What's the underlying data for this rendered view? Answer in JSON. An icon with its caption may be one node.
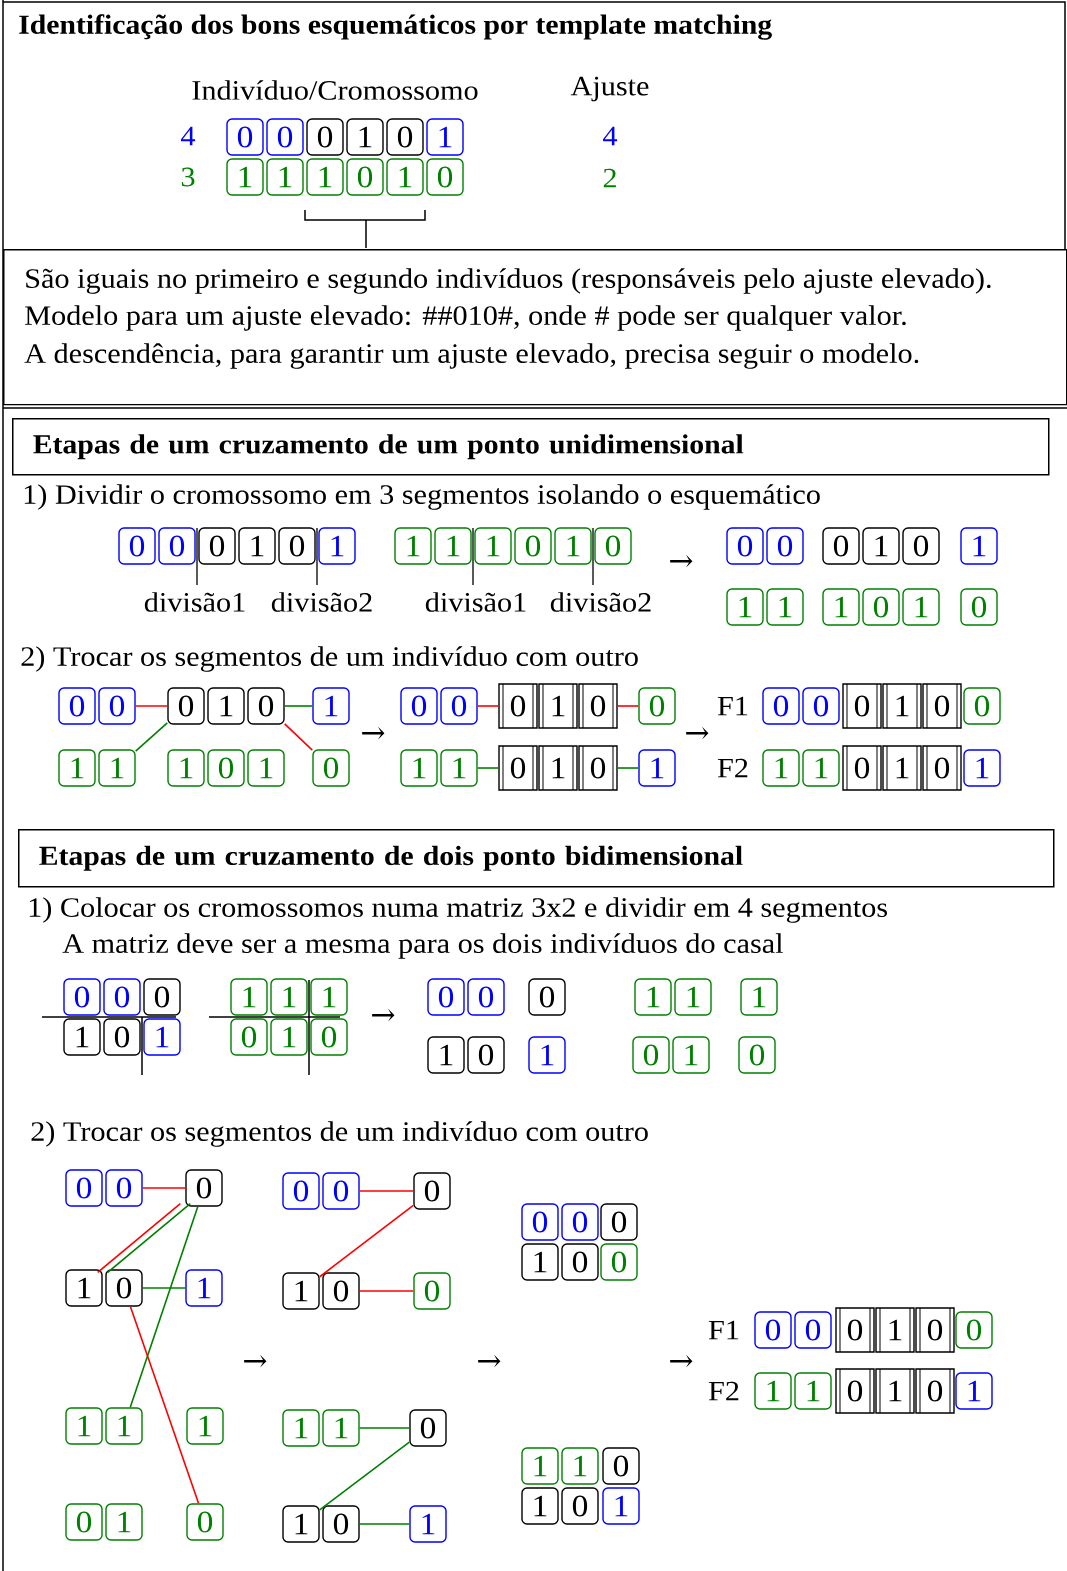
{
  "diagram": {
    "title": "Identificação dos bons esquemáticos por template matching",
    "nodes": [
      {
        "text": [
          "0"
        ]
      },
      {
        "text": [
          "0"
        ]
      },
      {
        "text": [
          "0"
        ]
      },
      {
        "text": [
          "1"
        ]
      },
      {
        "text": [
          "0"
        ]
      },
      {
        "text": [
          "1"
        ]
      },
      {
        "text": [
          "1"
        ]
      },
      {
        "text": [
          "1"
        ]
      },
      {
        "text": [
          "1"
        ]
      },
      {
        "text": [
          "0"
        ]
      },
      {
        "text": [
          "1"
        ]
      },
      {
        "text": [
          "0"
        ]
      },
      {
        "text": [
          "São iguais no primeiro e segundo indivíduos (responsáveis pelo ajuste elevado).",
          "Modelo para um ajuste elevado: ##010#, onde # pode ser qualquer valor.",
          "A descendência, para garantir um ajuste elevado, precisa seguir o modelo."
        ]
      },
      {
        "text": [
          "Etapas de um cruzamento de um ponto unidimensional"
        ]
      },
      {
        "text": [
          "0"
        ]
      },
      {
        "text": [
          "0"
        ],
        "beside": [
          "divisão1"
        ]
      },
      {
        "text": [
          "0"
        ]
      },
      {
        "text": [
          "1"
        ]
      },
      {
        "text": [
          "0"
        ],
        "beside": [
          "divisão2"
        ]
      },
      {
        "text": [
          "1"
        ]
      },
      {
        "text": [
          "1"
        ]
      },
      {
        "text": [
          "1"
        ],
        "beside": [
          "divisão1"
        ]
      },
      {
        "text": [
          "1"
        ]
      },
      {
        "text": [
          "0"
        ]
      },
      {
        "text": [
          "1"
        ],
        "beside": [
          "divisão2"
        ]
      },
      {
        "text": [
          "0"
        ]
      },
      {
        "text": [
          "0"
        ]
      },
      {
        "text": [
          "0"
        ]
      },
      {
        "text": [
          "0"
        ]
      },
      {
        "text": [
          "1"
        ]
      },
      {
        "text": [
          "0"
        ]
      },
      {
        "text": [
          "1"
        ]
      },
      {
        "text": [
          "1"
        ]
      },
      {
        "text": [
          "1"
        ]
      },
      {
        "text": [
          "1"
        ]
      },
      {
        "text": [
          "0"
        ]
      },
      {
        "text": [
          "1"
        ]
      },
      {
        "text": [
          "0"
        ]
      },
      {
        "text": [
          "0"
        ]
      },
      {
        "text": [
          "0"
        ]
      },
      {
        "text": [
          "0"
        ]
      },
      {
        "text": [
          "1"
        ]
      },
      {
        "text": [
          "0"
        ]
      },
      {
        "text": [
          "1"
        ]
      },
      {
        "text": [
          "0"
        ]
      },
      {
        "text": [
          "0"
        ]
      },
      {
        "text": [
          "0"
        ]
      },
      {
        "text": [
          "1"
        ]
      },
      {
        "text": [
          "0"
        ]
      },
      {
        "text": [
          "0"
        ]
      },
      {
        "text": [
          "0"
        ]
      },
      {
        "text": [
          "0"
        ]
      },
      {
        "text": [
          "0"
        ]
      },
      {
        "text": [
          "1"
        ]
      },
      {
        "text": [
          "0"
        ]
      },
      {
        "text": [
          "0"
        ]
      },
      {
        "text": [
          "1"
        ]
      },
      {
        "text": [
          "1"
        ]
      },
      {
        "text": [
          "1"
        ]
      },
      {
        "text": [
          "0"
        ]
      },
      {
        "text": [
          "1"
        ]
      },
      {
        "text": [
          "0"
        ]
      },
      {
        "text": [
          "1"
        ]
      },
      {
        "text": [
          "1"
        ]
      },
      {
        "text": [
          "0"
        ]
      },
      {
        "text": [
          "1"
        ]
      },
      {
        "text": [
          "0"
        ]
      },
      {
        "text": [
          "1"
        ]
      },
      {
        "text": [
          "1"
        ]
      },
      {
        "text": [
          "1"
        ]
      },
      {
        "text": [
          "0"
        ]
      },
      {
        "text": [
          "1"
        ]
      },
      {
        "text": [
          "0"
        ]
      },
      {
        "text": [
          "1"
        ]
      },
      {
        "text": [
          "Etapas de um cruzamento de dois ponto bidimensional"
        ]
      },
      {
        "text": [
          "0"
        ]
      },
      {
        "text": [
          "0"
        ]
      },
      {
        "text": [
          "0"
        ]
      },
      {
        "text": [
          "1"
        ]
      },
      {
        "text": [
          "1"
        ]
      },
      {
        "text": [
          "1"
        ]
      },
      {
        "text": [
          "0"
        ]
      },
      {
        "text": [
          "0"
        ]
      },
      {
        "text": [
          "0"
        ]
      },
      {
        "text": [
          "1"
        ]
      },
      {
        "text": [
          "1"
        ]
      },
      {
        "text": [
          "1"
        ]
      },
      {
        "text": [
          "1"
        ]
      },
      {
        "text": [
          "0"
        ]
      },
      {
        "text": [
          "1"
        ]
      },
      {
        "text": [
          "0"
        ]
      },
      {
        "text": [
          "1"
        ]
      },
      {
        "text": [
          "0"
        ]
      },
      {
        "text": [
          "1"
        ]
      },
      {
        "text": [
          "0"
        ]
      },
      {
        "text": [
          "1"
        ]
      },
      {
        "text": [
          "0"
        ]
      },
      {
        "text": [
          "1"
        ]
      },
      {
        "text": [
          "0"
        ]
      },
      {
        "text": [
          "0"
        ]
      },
      {
        "text": [
          "0"
        ]
      },
      {
        "text": [
          "0"
        ]
      },
      {
        "text": [
          "1"
        ]
      },
      {
        "text": [
          "0"
        ]
      },
      {
        "text": [
          "1"
        ]
      },
      {
        "text": [
          "1"
        ]
      },
      {
        "text": [
          "1"
        ]
      },
      {
        "text": [
          "1"
        ]
      },
      {
        "text": [
          "0"
        ]
      },
      {
        "text": [
          "1"
        ]
      },
      {
        "text": [
          "0"
        ]
      },
      {
        "text": [
          "0"
        ]
      },
      {
        "text": [
          "0"
        ]
      },
      {
        "text": [
          "0"
        ]
      },
      {
        "text": [
          "1"
        ]
      },
      {
        "text": [
          "0"
        ]
      },
      {
        "text": [
          "0"
        ]
      },
      {
        "text": [
          "1"
        ]
      },
      {
        "text": [
          "1"
        ]
      },
      {
        "text": [
          "0"
        ]
      },
      {
        "text": [
          "1"
        ]
      },
      {
        "text": [
          "0"
        ]
      },
      {
        "text": [
          "1"
        ]
      },
      {
        "text": [
          "0"
        ]
      },
      {
        "text": [
          "0"
        ]
      },
      {
        "text": [
          "0"
        ]
      },
      {
        "text": [
          "1"
        ]
      },
      {
        "text": [
          "0"
        ]
      },
      {
        "text": [
          "0"
        ]
      },
      {
        "text": [
          "1"
        ]
      },
      {
        "text": [
          "1"
        ]
      },
      {
        "text": [
          "0"
        ]
      },
      {
        "text": [
          "1"
        ]
      },
      {
        "text": [
          "0"
        ]
      },
      {
        "text": [
          "1"
        ]
      },
      {
        "text": [
          "0"
        ]
      },
      {
        "text": [
          "0"
        ]
      },
      {
        "text": [
          "0"
        ]
      },
      {
        "text": [
          "1"
        ]
      },
      {
        "text": [
          "0"
        ]
      },
      {
        "text": [
          "0"
        ]
      },
      {
        "text": [
          "1"
        ]
      },
      {
        "text": [
          "1"
        ]
      },
      {
        "text": [
          "0"
        ]
      },
      {
        "text": [
          "1"
        ]
      },
      {
        "text": [
          "0"
        ]
      },
      {
        "text": [
          "1"
        ]
      }
    ],
    "edges": [
      {
        "from": 39,
        "to": 40,
        "arrow": "none",
        "color": "#ff0000"
      },
      {
        "from": 57,
        "to": 40,
        "arrow": "none",
        "color": "#008000"
      },
      {
        "from": 42,
        "to": 43,
        "arrow": "none",
        "color": "#008000"
      },
      {
        "from": 42,
        "to": 61,
        "arrow": "none",
        "color": "#ff0000"
      },
      {
        "from": 45,
        "to": 46,
        "arrow": "none",
        "color": "#ff0000"
      },
      {
        "from": 48,
        "to": 49,
        "arrow": "none",
        "color": "#ff0000"
      },
      {
        "from": 63,
        "to": 64,
        "arrow": "none",
        "color": "#008000"
      },
      {
        "from": 66,
        "to": 67,
        "arrow": "none",
        "color": "#008000"
      },
      {
        "from": 100,
        "to": 101,
        "arrow": "none",
        "color": "#ff0000"
      },
      {
        "from": 101,
        "to": 102,
        "arrow": "none",
        "color": "#ff0000"
      },
      {
        "from": 101,
        "to": 102,
        "arrow": "none",
        "color": "#008000"
      },
      {
        "from": 101,
        "to": 106,
        "arrow": "none",
        "color": "#008000"
      },
      {
        "from": 103,
        "to": 104,
        "arrow": "none",
        "color": "#008000"
      },
      {
        "from": 103,
        "to": 110,
        "arrow": "none",
        "color": "#ff0000"
      },
      {
        "from": 112,
        "to": 113,
        "arrow": "none",
        "color": "#ff0000"
      },
      {
        "from": 113,
        "to": 114,
        "arrow": "none",
        "color": "#ff0000"
      },
      {
        "from": 115,
        "to": 116,
        "arrow": "none",
        "color": "#ff0000"
      },
      {
        "from": 118,
        "to": 119,
        "arrow": "none",
        "color": "#008000"
      },
      {
        "from": 119,
        "to": 120,
        "arrow": "none",
        "color": "#008000"
      },
      {
        "from": 121,
        "to": 122,
        "arrow": "none",
        "color": "#008000"
      }
    ],
    "labels": [
      "Indivíduo/Cromossomo",
      "Ajuste",
      "4",
      "4",
      "3",
      "2",
      "1) Dividir o cromossomo em 3 segmentos isolando o esquemático",
      "→",
      "2) Trocar os segmentos de um indivíduo com outro",
      "→",
      "→",
      "F1",
      "F2",
      "1) Colocar os cromossomos numa matriz 3x2 e dividir em 4 segmentos",
      "A matriz deve ser a mesma para os dois indivíduos do casal",
      "→",
      "2) Trocar os segmentos de um indivíduo com outro",
      "→",
      "→",
      "→",
      "F1",
      "F2"
    ]
  }
}
